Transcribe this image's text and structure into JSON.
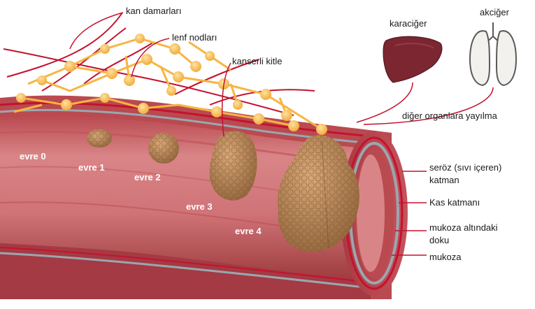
{
  "labels": {
    "blood_vessels": "kan damarları",
    "lymph_nodes": "lenf nodları",
    "cancer_mass": "kanserli kitle",
    "liver": "karaciğer",
    "lung": "akciğer",
    "spread": "diğer organlara yayılma",
    "serosa_line1": "seröz (sıvı içeren)",
    "serosa_line2": "katman",
    "muscle": "Kas katmanı",
    "submucosa_line1": "mukoza altındaki",
    "submucosa_line2": "doku",
    "mucosa": "mukoza"
  },
  "stages": [
    "evre 0",
    "evre 1",
    "evre 2",
    "evre 3",
    "evre 4"
  ],
  "colors": {
    "tissue": "#c96a6a",
    "tissue_dark": "#9e3c3e",
    "lumen": "#d98587",
    "serosa": "#b2142c",
    "lymph": "#f7b541",
    "tumor": "#b98656",
    "liver": "#7b2630",
    "lung_outline": "#5a5a5a",
    "leader": "#c4122f"
  }
}
